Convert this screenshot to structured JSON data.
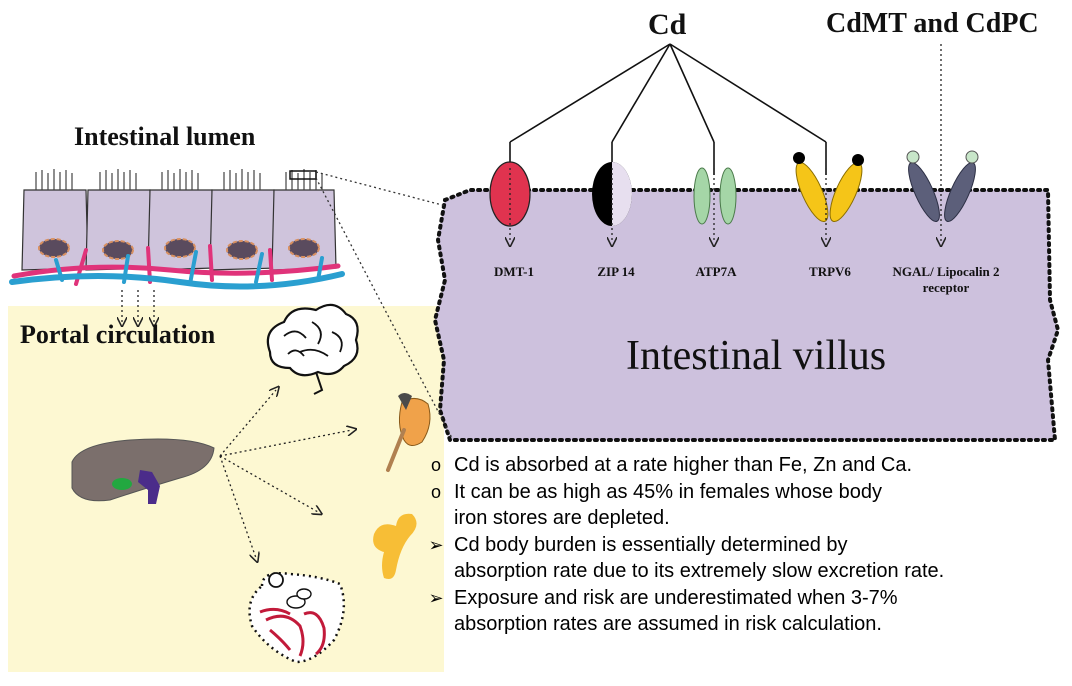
{
  "labels": {
    "cd": "Cd",
    "cdmt_cdpc": "CdMT and CdPC",
    "intestinal_lumen": "Intestinal lumen",
    "portal_circulation": "Portal circulation",
    "intestinal_villus": "Intestinal villus"
  },
  "transporters": [
    {
      "name": "DMT-1",
      "color": "#e0334f"
    },
    {
      "name": "ZIP 14",
      "color": "#000000"
    },
    {
      "name": "ATP7A",
      "color": "#a5d6a7"
    },
    {
      "name": "TRPV6",
      "color": "#f5c518"
    },
    {
      "name": "NGAL/ Lipocalin 2 receptor",
      "color": "#5c5f7a"
    }
  ],
  "bullets": [
    {
      "marker": "o",
      "text": "Cd is absorbed at a rate higher than Fe, Zn and Ca."
    },
    {
      "marker": "o",
      "text": "It can be as high as 45% in females whose body"
    },
    {
      "marker": "",
      "text": "iron stores are depleted."
    },
    {
      "marker": "➢",
      "text": "Cd body burden is essentially determined by"
    },
    {
      "marker": "",
      "text": "absorption rate due to its extremely slow excretion rate."
    },
    {
      "marker": "➢",
      "text": "Exposure and risk are underestimated when 3-7%"
    },
    {
      "marker": "",
      "text": "absorption rates are assumed in risk calculation."
    }
  ],
  "colors": {
    "villus_fill": "#cdc1dd",
    "portal_box": "#fdf8d2",
    "cell_fill": "#cfc4dc",
    "vessel_blue": "#2a9fd0",
    "vessel_red": "#e0337a",
    "liver": "#7b6f6c",
    "kidney": "#f0a24a",
    "bone": "#f7be36",
    "heart_vessel": "#c21a3a"
  }
}
